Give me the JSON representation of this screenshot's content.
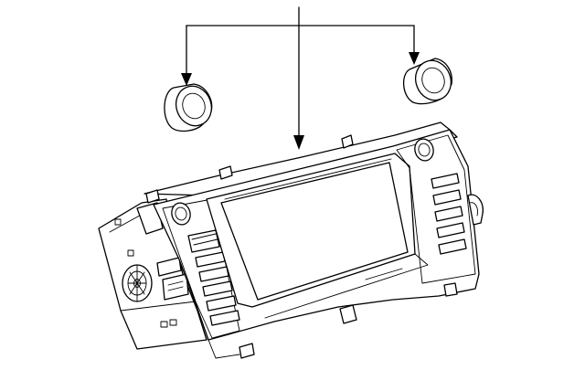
{
  "diagram": {
    "parts": [
      {
        "name": "knob-left",
        "icon": "knob-icon"
      },
      {
        "name": "knob-right",
        "icon": "knob-icon"
      },
      {
        "name": "display-unit",
        "icon": "radio-display-unit-icon"
      }
    ],
    "callouts": [
      {
        "from": "leader-top",
        "to": "knob-left"
      },
      {
        "from": "leader-top",
        "to": "display-unit"
      },
      {
        "from": "leader-top",
        "to": "knob-right"
      }
    ]
  }
}
